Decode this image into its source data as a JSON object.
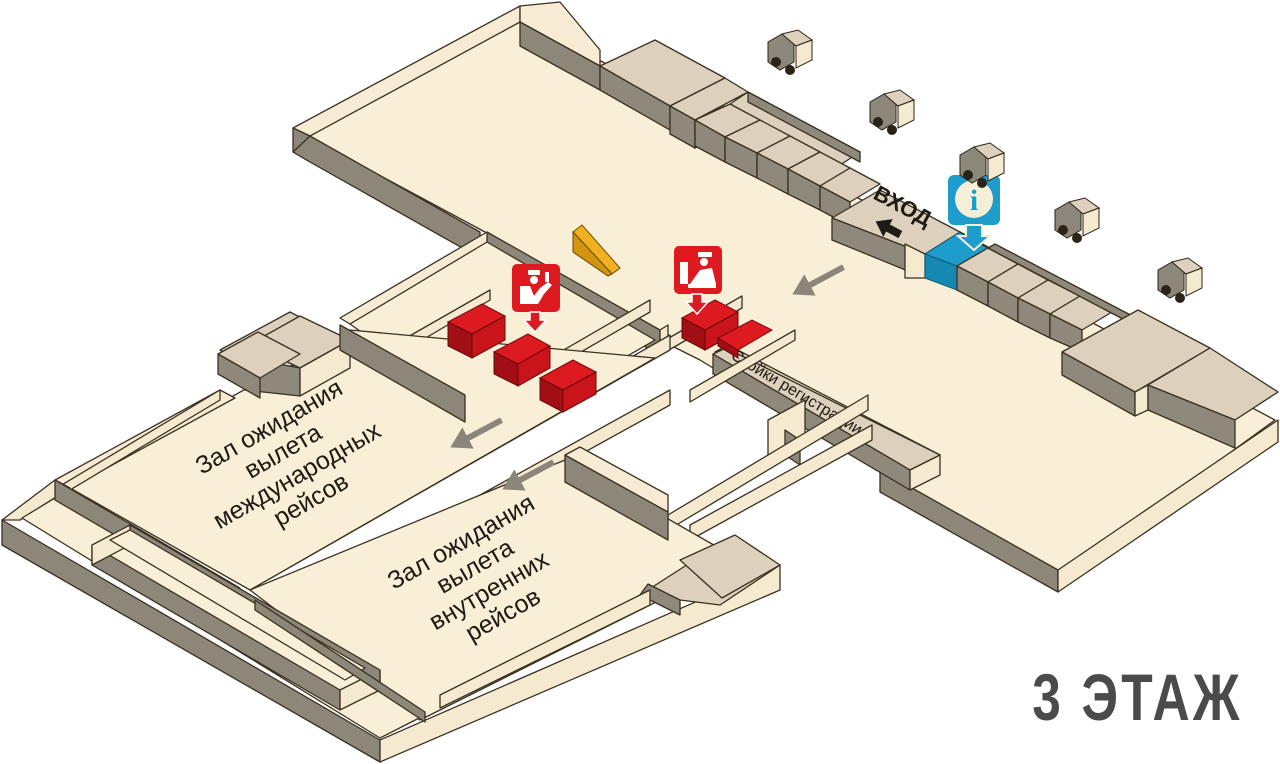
{
  "map": {
    "title": "3 ЭТАЖ",
    "zones": [
      {
        "id": "intl-waiting",
        "lines": [
          "Зал ожидания",
          "вылета",
          "международных",
          "рейсов"
        ]
      },
      {
        "id": "domestic-waiting",
        "lines": [
          "Зал ожидания",
          "вылета",
          "внутренних",
          "рейсов"
        ]
      }
    ],
    "counters_label": "Стойки регистрации",
    "entrance_label": "ВХОД",
    "markers": [
      {
        "type": "info",
        "icon": "info-icon",
        "symbol": "i"
      },
      {
        "type": "passport-control",
        "icon": "passport-control-icon"
      },
      {
        "type": "passport-control",
        "icon": "passport-control-icon"
      }
    ],
    "vehicles_count": 5,
    "colors": {
      "floor": "#f8efd6",
      "wall": "#8d877a",
      "block": "#ddd0bc",
      "control_red": "#dc1a20",
      "info_blue": "#1e9ccc",
      "ramp_yellow": "#f0b020",
      "title_gray": "#4b4b4b"
    }
  }
}
